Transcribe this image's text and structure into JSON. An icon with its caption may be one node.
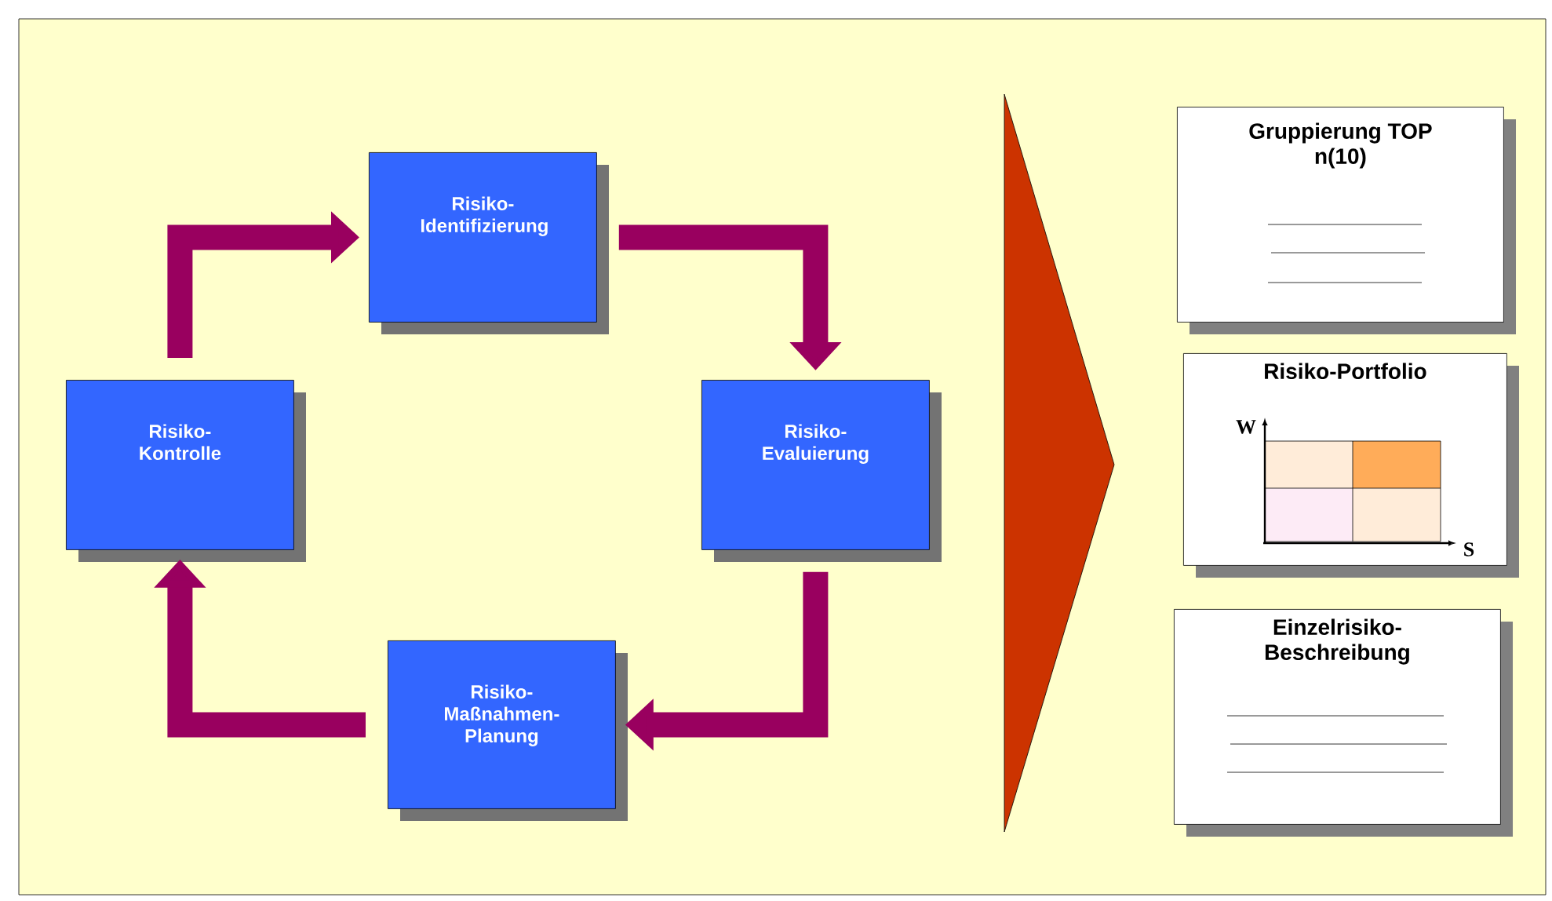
{
  "diagram": {
    "nodes": [
      {
        "text": [
          "Risiko- Identifizierung"
        ]
      },
      {
        "text": [
          "Risiko- Evaluierung"
        ]
      },
      {
        "text": [
          "Risiko- Maßnahmen- Planung"
        ]
      },
      {
        "text": [
          "Risiko- Kontrolle"
        ]
      },
      {
        "text": [
          "Gruppierung TOP n(10)"
        ]
      },
      {
        "text": [
          "Risiko-Portfolio"
        ]
      },
      {
        "text": [
          "Einzelrisiko- Beschreibung"
        ]
      }
    ],
    "edges": [
      {
        "from": 3,
        "to": 0,
        "arrow": "to"
      },
      {
        "from": 0,
        "to": 1,
        "arrow": "to"
      },
      {
        "from": 1,
        "to": 2,
        "arrow": "to"
      },
      {
        "from": 2,
        "to": 3,
        "arrow": "to"
      }
    ],
    "labels": [
      "W",
      "S"
    ]
  }
}
